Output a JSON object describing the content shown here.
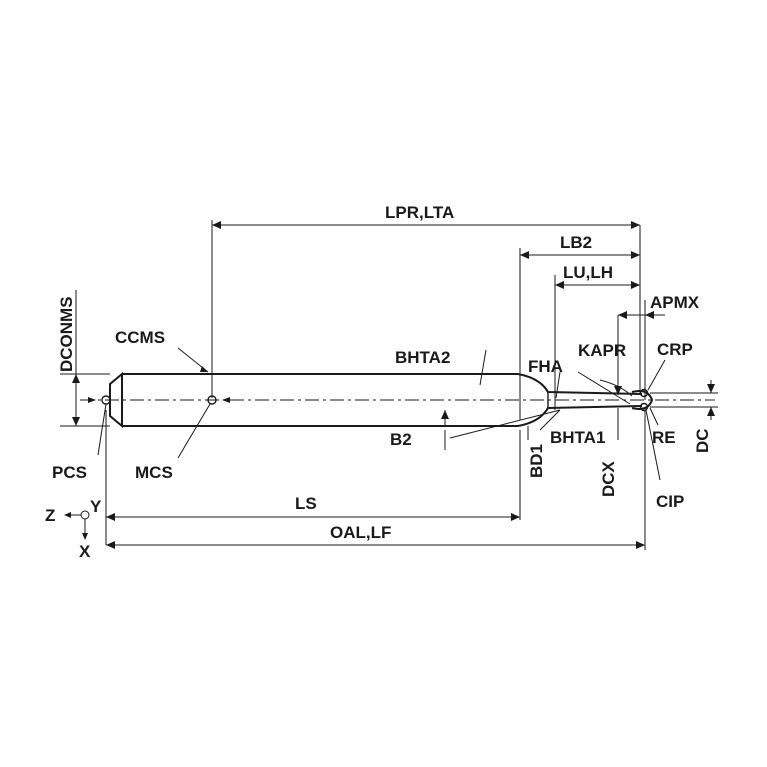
{
  "labels": {
    "lpr_lta": "LPR,LTA",
    "lb2": "LB2",
    "lu_lh": "LU,LH",
    "apmx": "APMX",
    "dconms": "DCONMS",
    "ccms": "CCMS",
    "bhta2": "BHTA2",
    "fha": "FHA",
    "kapr": "KAPR",
    "crp": "CRP",
    "b2": "B2",
    "bhta1": "BHTA1",
    "re": "RE",
    "dc": "DC",
    "pcs": "PCS",
    "mcs": "MCS",
    "bd1": "BD1",
    "dcx": "DCX",
    "cip": "CIP",
    "ls": "LS",
    "oal_lf": "OAL,LF",
    "axis_z": "Z",
    "axis_y": "Y",
    "axis_x": "X"
  }
}
